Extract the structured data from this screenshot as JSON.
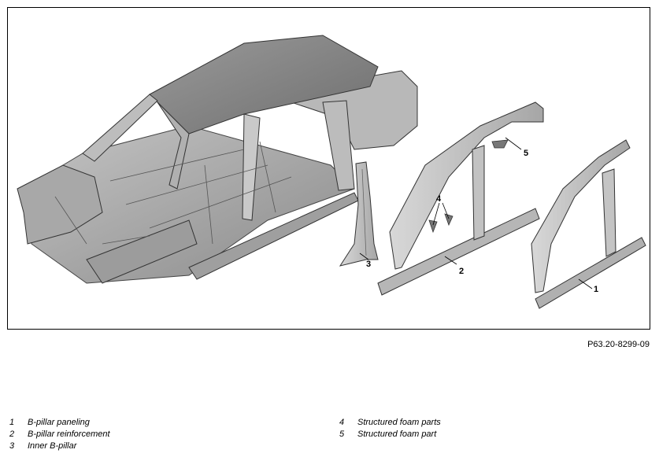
{
  "figure": {
    "code": "P63.20-8299-09",
    "callouts": [
      "1",
      "2",
      "3",
      "4",
      "5"
    ]
  },
  "legend": {
    "left": [
      {
        "num": "1",
        "text": "B-pillar paneling"
      },
      {
        "num": "2",
        "text": "B-pillar reinforcement"
      },
      {
        "num": "3",
        "text": "Inner B-pillar"
      }
    ],
    "right": [
      {
        "num": "4",
        "text": "Structured foam parts"
      },
      {
        "num": "5",
        "text": "Structured foam part"
      }
    ]
  }
}
